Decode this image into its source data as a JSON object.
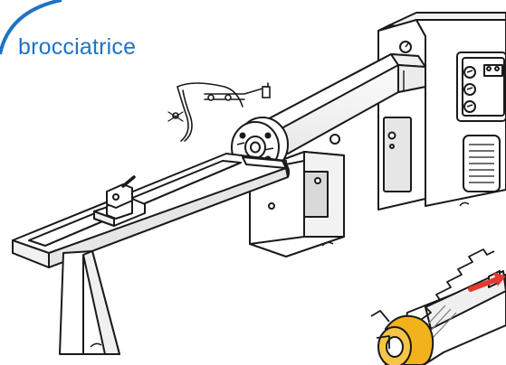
{
  "header": {
    "title": "brocciatrice"
  },
  "illustration": {
    "subject": "broaching-machine",
    "inset_subject": "broach-tool-detail"
  },
  "colors": {
    "accent_blue": "#1f73c4",
    "line": "#1a1a1a",
    "fill": "#ffffff",
    "panel_gray": "#d9d9d9",
    "tool_yellow": "#f2b21b",
    "arrow_red": "#e23b2e"
  }
}
